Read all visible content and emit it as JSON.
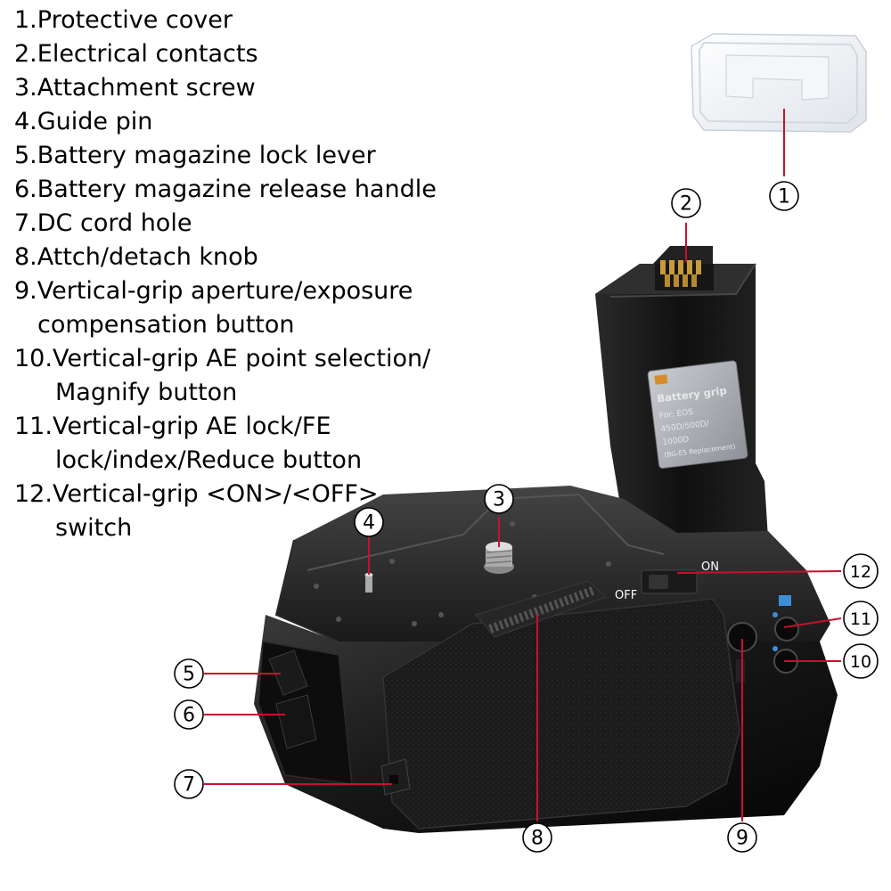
{
  "legend": [
    {
      "first": "1.Protective cover",
      "rest": ""
    },
    {
      "first": "2.Electrical contacts",
      "rest": ""
    },
    {
      "first": "3.Attachment screw",
      "rest": ""
    },
    {
      "first": "4.Guide pin",
      "rest": ""
    },
    {
      "first": "5.Battery magazine lock lever",
      "rest": ""
    },
    {
      "first": "6.Battery magazine release handle",
      "rest": ""
    },
    {
      "first": "7.DC cord hole",
      "rest": ""
    },
    {
      "first": "8.Attch/detach knob",
      "rest": ""
    },
    {
      "first": "9.Vertical-grip aperture/exposure",
      "rest": "compensation button"
    },
    {
      "first": "10.Vertical-grip AE point selection/",
      "rest": "Magnify button"
    },
    {
      "first": "11.Vertical-grip AE lock/FE",
      "rest": "lock/index/Reduce button"
    },
    {
      "first": "12.Vertical-grip <ON>/<OFF>",
      "rest": "switch"
    }
  ],
  "callouts": [
    "1",
    "2",
    "3",
    "4",
    "5",
    "6",
    "7",
    "8",
    "9",
    "10",
    "11",
    "12"
  ],
  "battery_label": {
    "title": "Battery grip",
    "line1": "For: EOS",
    "line2": "450D/500D/",
    "line3": "1000D",
    "line4": "(BG-E5 Replacement)"
  },
  "switch_labels": {
    "off": "OFF",
    "on": "ON"
  },
  "colors": {
    "leader": "#c8102e",
    "grip_body": "#111111",
    "rubber": "#1c1c1c",
    "cover": "#eef1f4"
  }
}
